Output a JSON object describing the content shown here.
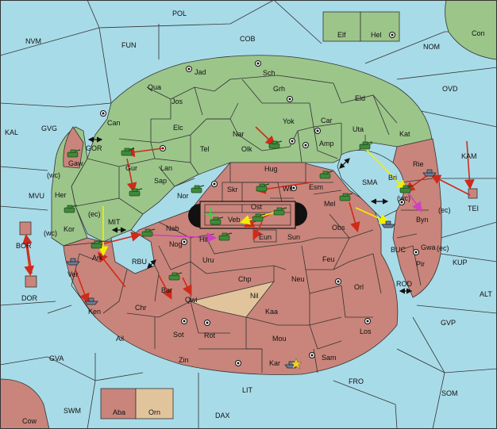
{
  "board": {
    "colors": {
      "sea": "#a8dbe8",
      "green": "#9cc58a",
      "red": "#c9857b",
      "tan": "#e2c49c",
      "order_move": "#d02a1a",
      "order_support": "#f0f000",
      "order_convoy": "#d040c0"
    },
    "territories": {
      "POL": "POL",
      "NVM": "NVM",
      "FUN": "FUN",
      "COB": "COB",
      "Elf": "Elf",
      "Hel": "Hel",
      "Con": "Con",
      "NOM": "NOM",
      "OVD": "OVD",
      "KAL": "KAL",
      "GVG": "GVG",
      "GOR": "GOR",
      "MVU": "MVU",
      "MIT": "MIT",
      "KAM": "KAM",
      "TEI": "TEI",
      "SMA": "SMA",
      "BUC": "BUC",
      "BOR": "BOR",
      "DOR": "DOR",
      "RBU": "RBU",
      "KUP": "KUP",
      "ALT": "ALT",
      "ROD": "ROD",
      "GVP": "GVP",
      "GVA": "GVA",
      "FRO": "FRO",
      "SOM": "SOM",
      "SWM": "SWM",
      "LIT": "LIT",
      "DAX": "DAX",
      "Cow": "Cow",
      "Aba": "Aba",
      "Orn": "Orn",
      "Jad": "Jad",
      "Sch": "Sch",
      "Qua": "Qua",
      "Jos": "Jos",
      "Grh": "Grh",
      "Eld": "Eld",
      "Can": "Can",
      "Yok": "Yok",
      "Car": "Car",
      "Elc": "Elc",
      "Nar": "Nar",
      "Uta": "Uta",
      "Kat": "Kat",
      "Olk": "Olk",
      "Amp": "Amp",
      "Gur": "Gur",
      "Tel": "Tel",
      "Lan": "Lan",
      "Hug": "Hug",
      "Rie": "Rie",
      "Gaw": "Gaw",
      "Bri": "Bri",
      "wc1": "(wc)",
      "wc2": "(wc)",
      "wc3": "(wc)",
      "Her": "Her",
      "Nor": "Nor",
      "Skr": "Skr",
      "Wil": "Wil",
      "Esm": "Esm",
      "Sap": "Sap",
      "Mel": "Mel",
      "Veb": "Veb",
      "Ost": "Ost",
      "Byn": "Byn",
      "ec1": "(ec)",
      "ec2": "(ec)",
      "ec3": "(ec)",
      "Kor": "Kor",
      "Obs": "Obs",
      "Nab": "Nab",
      "Hil": "Hil",
      "Eun": "Eun",
      "Sun": "Sun",
      "Ark": "Ark",
      "Nog": "Nog",
      "Gwa": "Gwa",
      "Pir": "Pir",
      "Uru": "Uru",
      "Feu": "Feu",
      "Chp": "Chp",
      "Neu": "Neu",
      "Orl": "Orl",
      "Bar": "Bar",
      "Qwi": "Qwi",
      "Nil": "Nil",
      "Ken": "Ken",
      "Chr": "Chr",
      "Kaa": "Kaa",
      "Ail": "Ail",
      "Sot": "Sot",
      "Rot": "Rot",
      "Mou": "Mou",
      "Los": "Los",
      "Zin": "Zin",
      "Kar": "Kar",
      "Sam": "Sam",
      "Ver": "Ver"
    }
  }
}
